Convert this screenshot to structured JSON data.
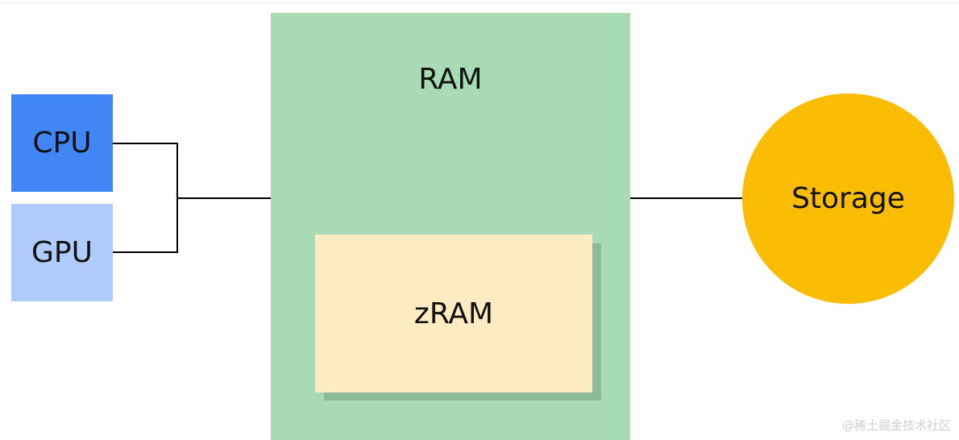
{
  "diagram": {
    "cpu_label": "CPU",
    "gpu_label": "GPU",
    "ram_label": "RAM",
    "zram_label": "zRAM",
    "storage_label": "Storage"
  },
  "colors": {
    "cpu": "#4285f4",
    "gpu": "#aecbfa",
    "ram": "#a8dab5",
    "zram": "#fcebc3",
    "storage": "#fbbc04",
    "connector": "#000000"
  },
  "watermark": {
    "text": "@稀土掘金技术社区"
  }
}
